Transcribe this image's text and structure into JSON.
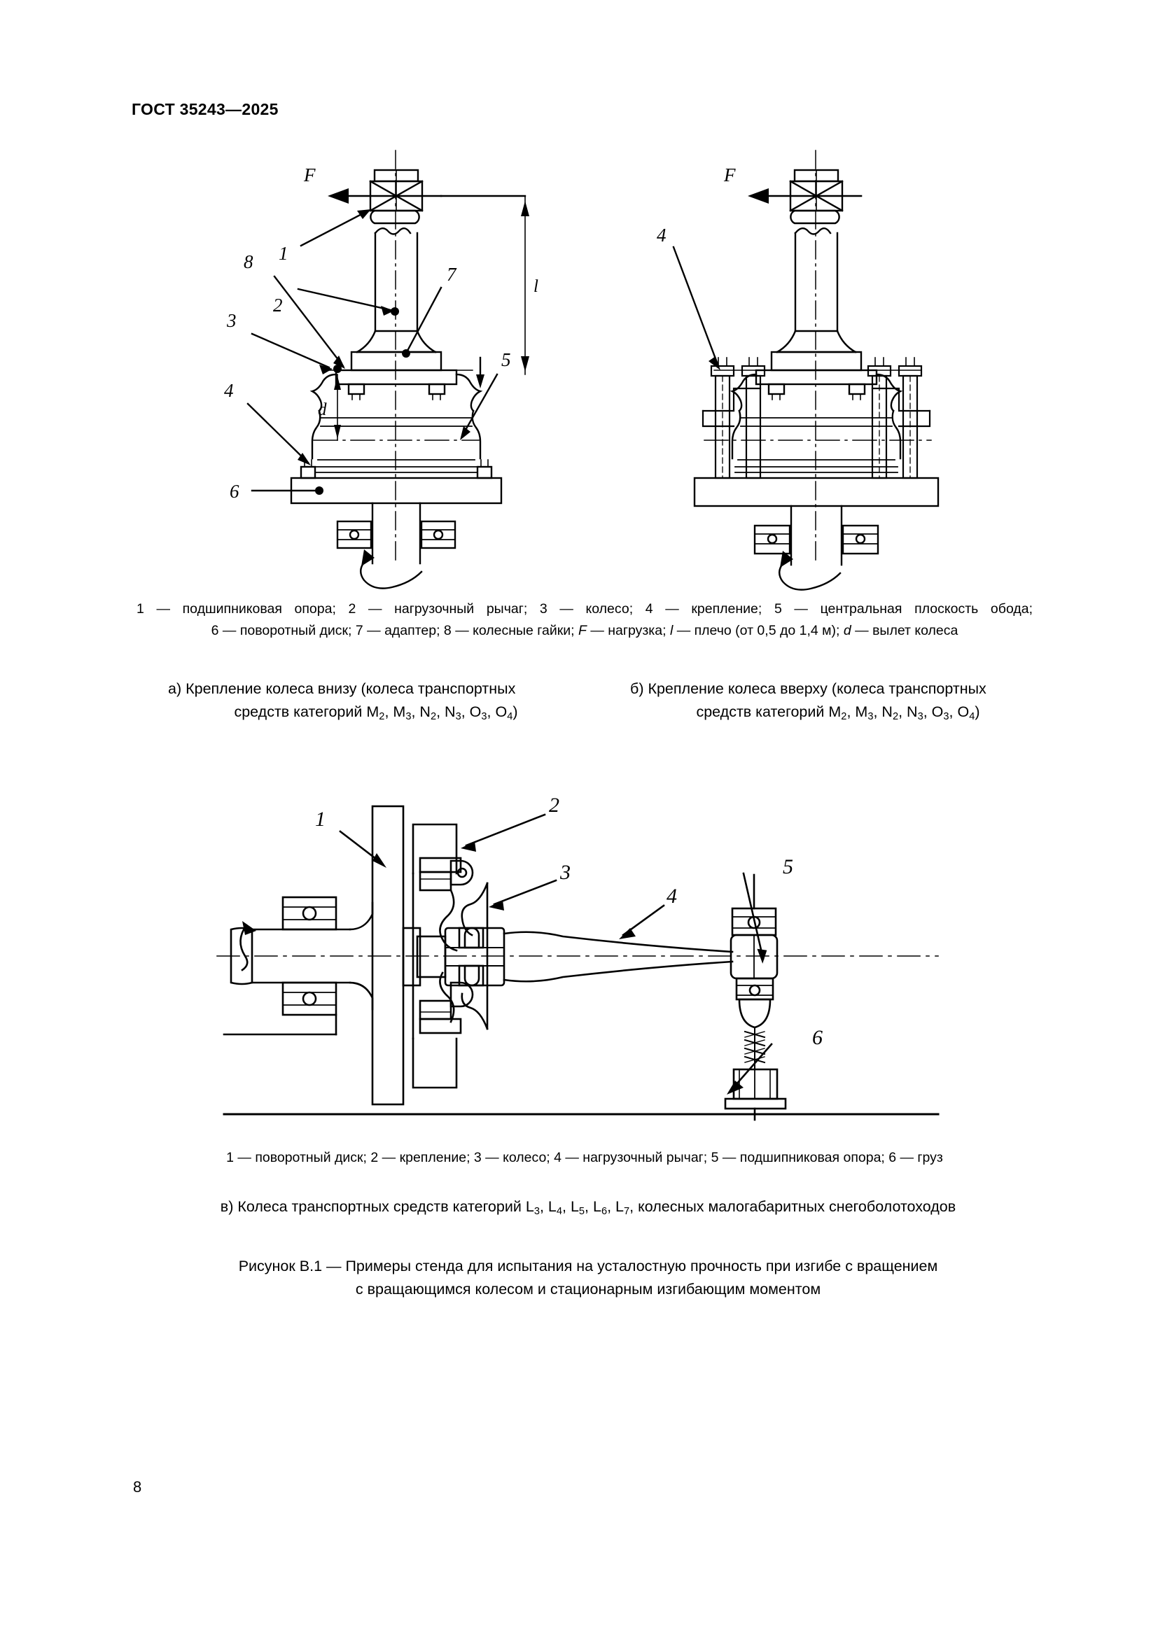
{
  "document": {
    "standard_header": "ГОСТ 35243—2025",
    "page_number": "8"
  },
  "figure_top": {
    "legend_line1": "1 — подшипниковая опора; 2 — нагрузочный рычаг; 3 — колесо; 4 — крепление; 5 — центральная плоскость обода;",
    "legend_line2_pre": "6 — поворотный диск; 7 — адаптер; 8 — колесные гайки; ",
    "legend_line2_F": "F",
    "legend_line2_mid": " — нагрузка; ",
    "legend_line2_l": "l",
    "legend_line2_mid2": " — плечо (от 0,5 до 1,4 м); ",
    "legend_line2_d": "d",
    "legend_line2_end": " — вылет колеса",
    "callouts_a": {
      "force": "F",
      "n1": "1",
      "n2": "2",
      "n3": "3",
      "n4": "4",
      "n5": "5",
      "n6": "6",
      "n7": "7",
      "n8": "8",
      "dim_l": "l",
      "dim_d": "d"
    },
    "callouts_b": {
      "force": "F",
      "n4": "4"
    }
  },
  "subcaptions": {
    "a": {
      "line1": "а)  Крепление колеса внизу (колеса транспортных",
      "line2_prefix": "средств категорий М",
      "cat": [
        "2",
        "3",
        "2",
        "3",
        "3",
        "4"
      ],
      "cat_letters": [
        "М",
        "М",
        "N",
        "N",
        "O",
        "O"
      ]
    },
    "b": {
      "line1": "б)  Крепление колеса вверху (колеса транспортных",
      "line2_prefix": "средств категорий М",
      "cat": [
        "2",
        "3",
        "2",
        "3",
        "3",
        "4"
      ],
      "cat_letters": [
        "М",
        "М",
        "N",
        "N",
        "O",
        "O"
      ]
    }
  },
  "figure_bottom": {
    "legend": "1 — поворотный диск; 2 — крепление; 3 — колесо; 4 — нагрузочный рычаг; 5 — подшипниковая опора; 6 — груз",
    "caption_prefix": "в)  Колеса транспортных средств категорий L",
    "caption_cats": [
      "3",
      "4",
      "5",
      "6",
      "7"
    ],
    "caption_suffix": ", колесных малогабаритных снегоболотоходов",
    "callouts": {
      "n1": "1",
      "n2": "2",
      "n3": "3",
      "n4": "4",
      "n5": "5",
      "n6": "6"
    }
  },
  "figure_title": {
    "line1": "Рисунок В.1 — Примеры стенда для испытания на усталостную прочность при изгибе с вращением",
    "line2": "с  вращающимся колесом и стационарным изгибающим моментом"
  },
  "colors": {
    "ink": "#000000",
    "paper": "#ffffff"
  }
}
